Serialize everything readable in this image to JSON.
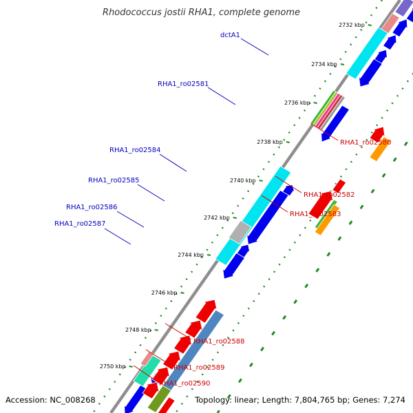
{
  "title": "Rhodococcus jostii RHA1, complete genome",
  "footer": {
    "accession": "Accession: NC_008268",
    "summary": "Topology: linear; Length: 7,804,765 bp; Genes: 7,274"
  },
  "ticks": [
    "2732 kbp",
    "2734 kbp",
    "2736 kbp",
    "2738 kbp",
    "2740 kbp",
    "2742 kbp",
    "2744 kbp",
    "2746 kbp",
    "2748 kbp",
    "2750 kbp"
  ],
  "forward_labels": [
    "dctA1",
    "RHA1_ro02581",
    "RHA1_ro02584",
    "RHA1_ro02585",
    "RHA1_ro02586",
    "RHA1_ro02587"
  ],
  "reverse_labels": [
    "RHA1_ro02580",
    "RHA1_ro02582",
    "RHA1_ro02583",
    "RHA1_ro02588",
    "RHA1_ro02589",
    "RHA1_ro02590"
  ],
  "colors": {
    "forward_label": "#0000bb",
    "reverse_label": "#cc0000",
    "blue": "#0000ee",
    "cyan": "#00e5f0",
    "red": "#ee0000",
    "orange": "#ff9900",
    "steel": "#4f86c0",
    "olive": "#6f9a1e",
    "green_dots": "#1f8a1f"
  }
}
